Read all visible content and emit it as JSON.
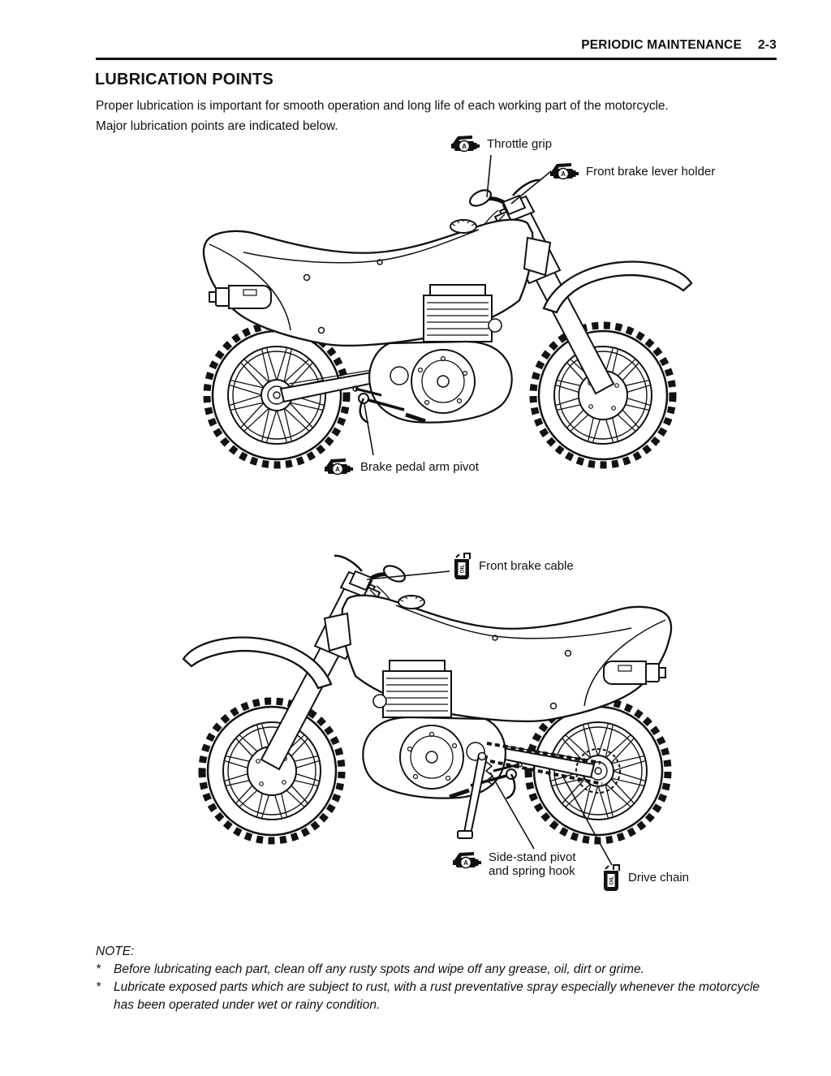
{
  "header": {
    "section_title": "PERIODIC MAINTENANCE",
    "page_number": "2-3"
  },
  "title": "LUBRICATION POINTS",
  "intro_lines": [
    "Proper lubrication is important for smooth operation and long life of each working part of the motorcycle.",
    "Major lubrication points are indicated below."
  ],
  "icons": {
    "grease_letter": "A",
    "oil_label": "OIL"
  },
  "diagram1": {
    "labels": [
      {
        "text": "Throttle grip",
        "icon": "grease"
      },
      {
        "text": "Front brake lever holder",
        "icon": "grease"
      },
      {
        "text": "Brake pedal arm pivot",
        "icon": "grease"
      }
    ]
  },
  "diagram2": {
    "labels": [
      {
        "text": "Front brake cable",
        "icon": "oil"
      },
      {
        "text": "Side-stand pivot and spring hook",
        "icon": "grease"
      },
      {
        "text": "Drive chain",
        "icon": "oil"
      }
    ]
  },
  "note": {
    "heading": "NOTE:",
    "marker": "*",
    "items": [
      "Before lubricating each part, clean off any rusty spots and wipe off any grease, oil, dirt or grime.",
      "Lubricate exposed parts which are subject to rust, with a rust preventative spray especially whenever the motorcycle has been operated under wet or rainy condition."
    ]
  }
}
